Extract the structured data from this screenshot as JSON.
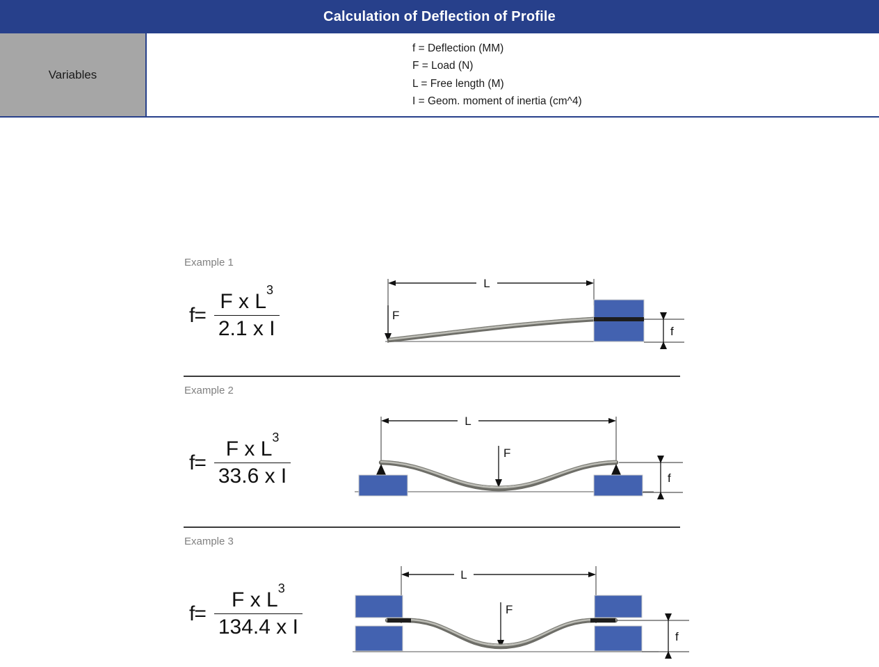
{
  "header": {
    "title": "Calculation of Deflection of Profile",
    "bar_color": "#27408B",
    "text_color": "#FFFFFF"
  },
  "variables_row": {
    "label": "Variables",
    "label_cell_color": "#A6A6A6",
    "definitions": [
      "f = Deflection (MM)",
      "F = Load (N)",
      "L = Free length (M)",
      "I = Geom. moment of inertia (cm^4)"
    ]
  },
  "accent_colors": {
    "navy": "#27408B",
    "block_blue": "#4362B0",
    "gray_cell": "#A6A6A6",
    "beam_gray": "#6E6E68",
    "caption_gray": "#808080"
  },
  "examples": [
    {
      "caption": "Example 1",
      "formula": {
        "lhs": "f=",
        "numerator_base": "F x L",
        "numerator_exponent": "3",
        "denominator": "2.1 x I"
      },
      "diagram": {
        "type": "cantilever",
        "dimension_labels": {
          "length": "L",
          "load": "F",
          "deflection": "f"
        },
        "support_count": 1,
        "support_style": "fixed-clamp-right"
      }
    },
    {
      "caption": "Example 2",
      "formula": {
        "lhs": "f=",
        "numerator_base": "F x L",
        "numerator_exponent": "3",
        "denominator": "33.6 x I"
      },
      "diagram": {
        "type": "simply-supported",
        "dimension_labels": {
          "length": "L",
          "load": "F",
          "deflection": "f"
        },
        "support_count": 2,
        "support_style": "pivot-on-block"
      }
    },
    {
      "caption": "Example 3",
      "formula": {
        "lhs": "f=",
        "numerator_base": "F x L",
        "numerator_exponent": "3",
        "denominator": "134.4 x I"
      },
      "diagram": {
        "type": "fixed-fixed",
        "dimension_labels": {
          "length": "L",
          "load": "F",
          "deflection": "f"
        },
        "support_count": 2,
        "support_style": "double-clamp-both-ends"
      }
    }
  ]
}
